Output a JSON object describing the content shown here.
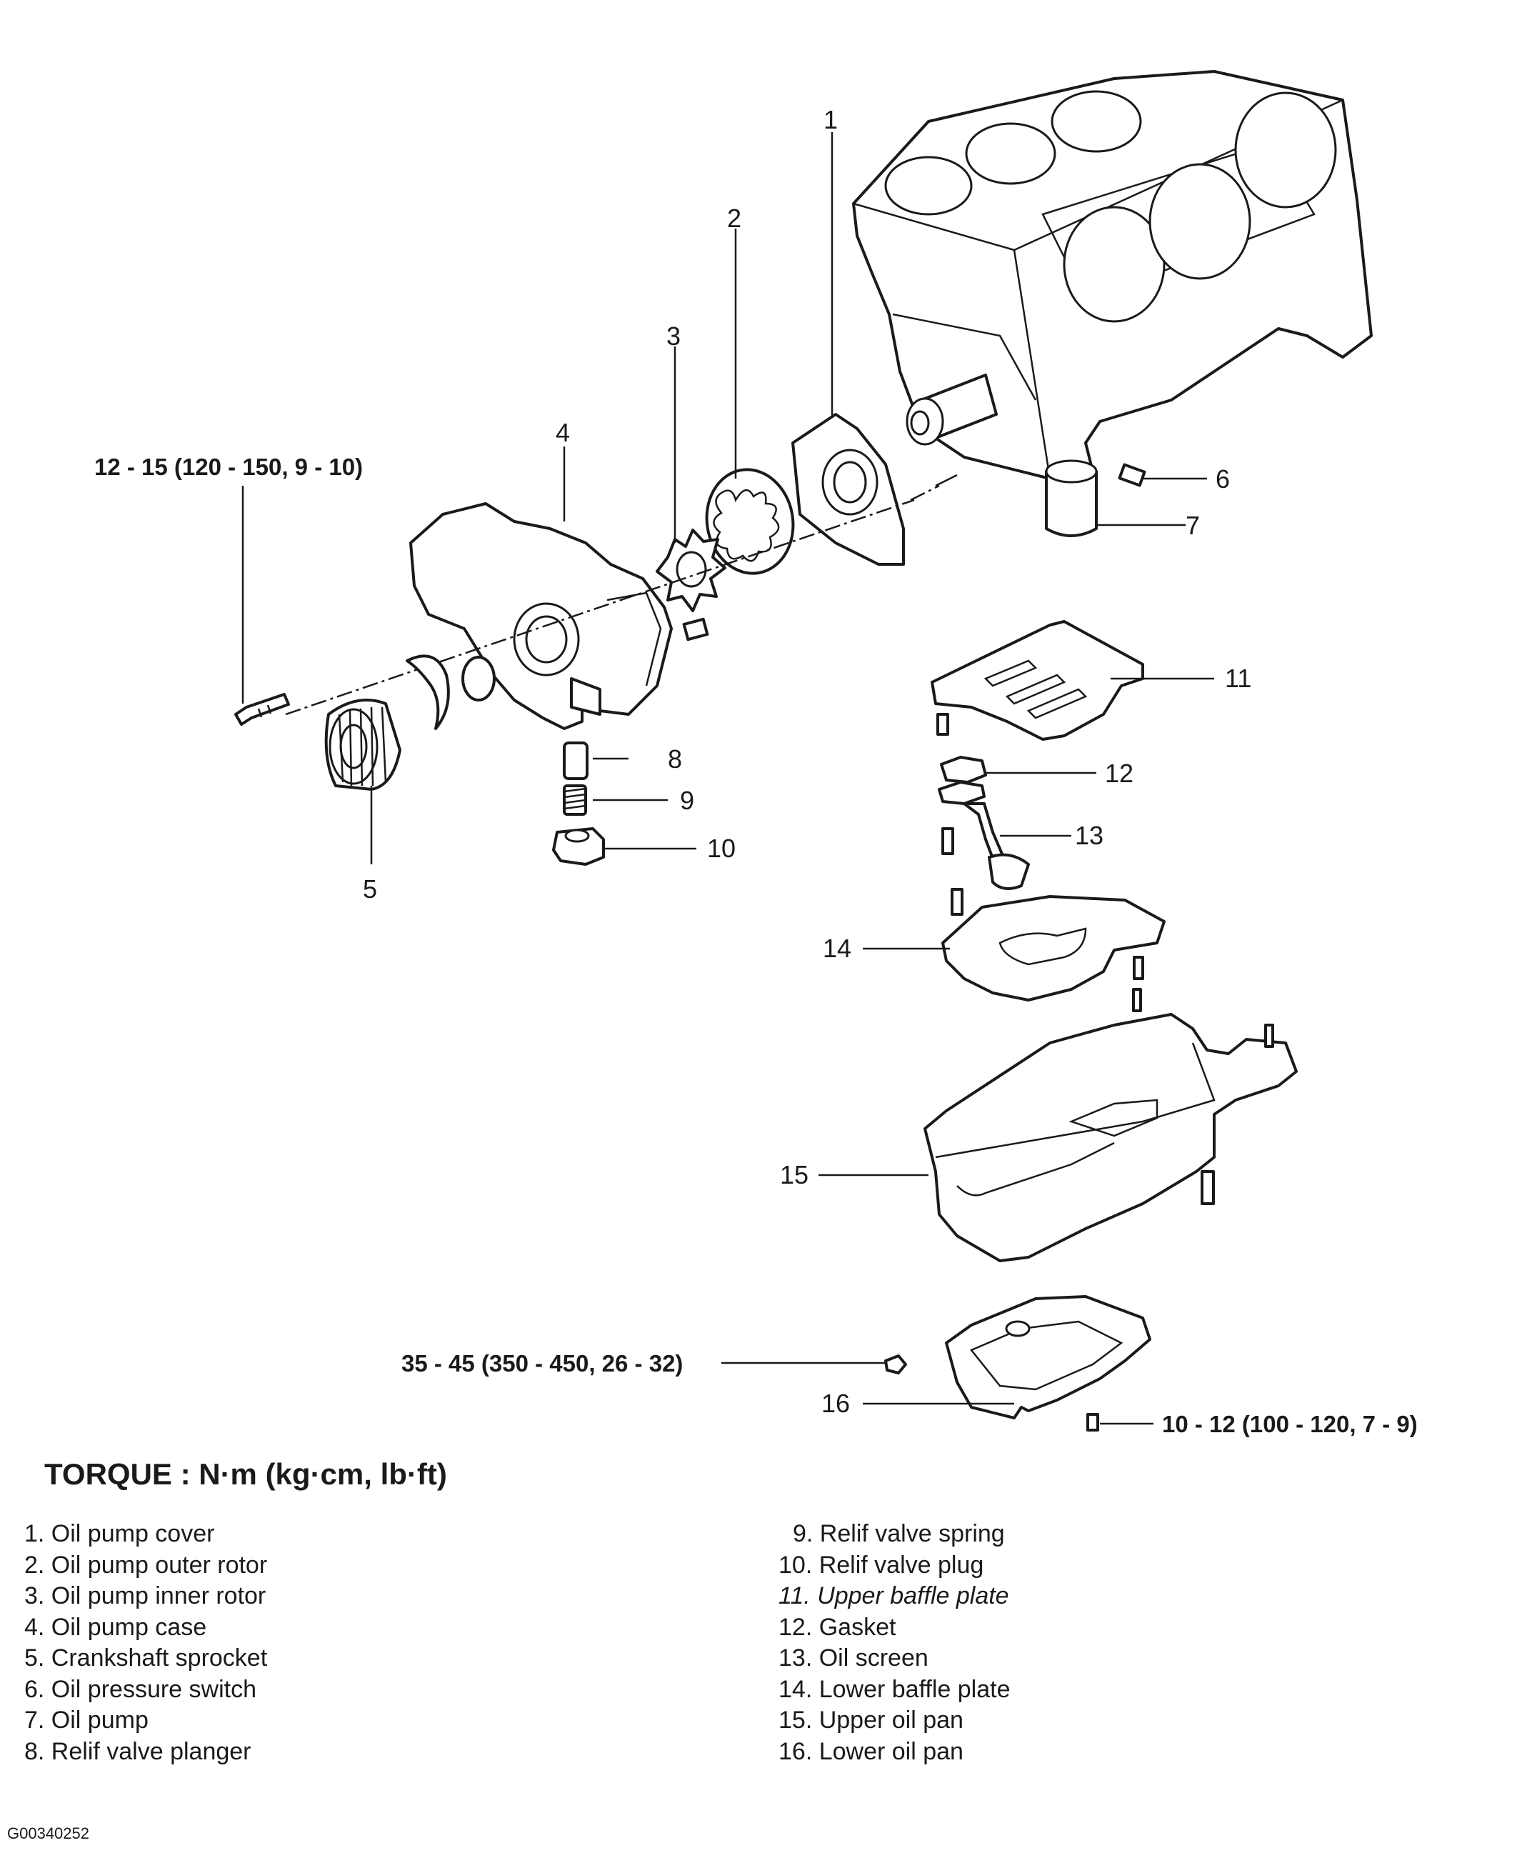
{
  "callouts": [
    "1",
    "2",
    "3",
    "4",
    "5",
    "6",
    "7",
    "8",
    "9",
    "10",
    "11",
    "12",
    "13",
    "14",
    "15",
    "16"
  ],
  "torque_specs": {
    "oil_pump_bolt": "12 - 15 (120 - 150, 9 - 10)",
    "drain_plug": "35 - 45 (350 - 450, 26 - 32)",
    "lower_pan_bolt": "10 - 12 (100 - 120, 7 - 9)"
  },
  "torque_heading": "TORQUE : N·m (kg·cm, lb·ft)",
  "legend_left": [
    "1. Oil pump cover",
    "2. Oil pump outer rotor",
    "3. Oil pump inner rotor",
    "4. Oil pump case",
    "5. Crankshaft sprocket",
    "6. Oil pressure switch",
    "7. Oil pump",
    "8. Relif valve planger"
  ],
  "legend_right": [
    "9. Relif valve spring",
    "10. Relif valve plug",
    "11. Upper baffle plate",
    "12. Gasket",
    "13. Oil screen",
    "14. Lower baffle plate",
    "15. Upper oil pan",
    "16. Lower oil pan"
  ],
  "figure_code": "G00340252",
  "colors": {
    "ink": "#1a1a1a",
    "paper": "#ffffff"
  }
}
